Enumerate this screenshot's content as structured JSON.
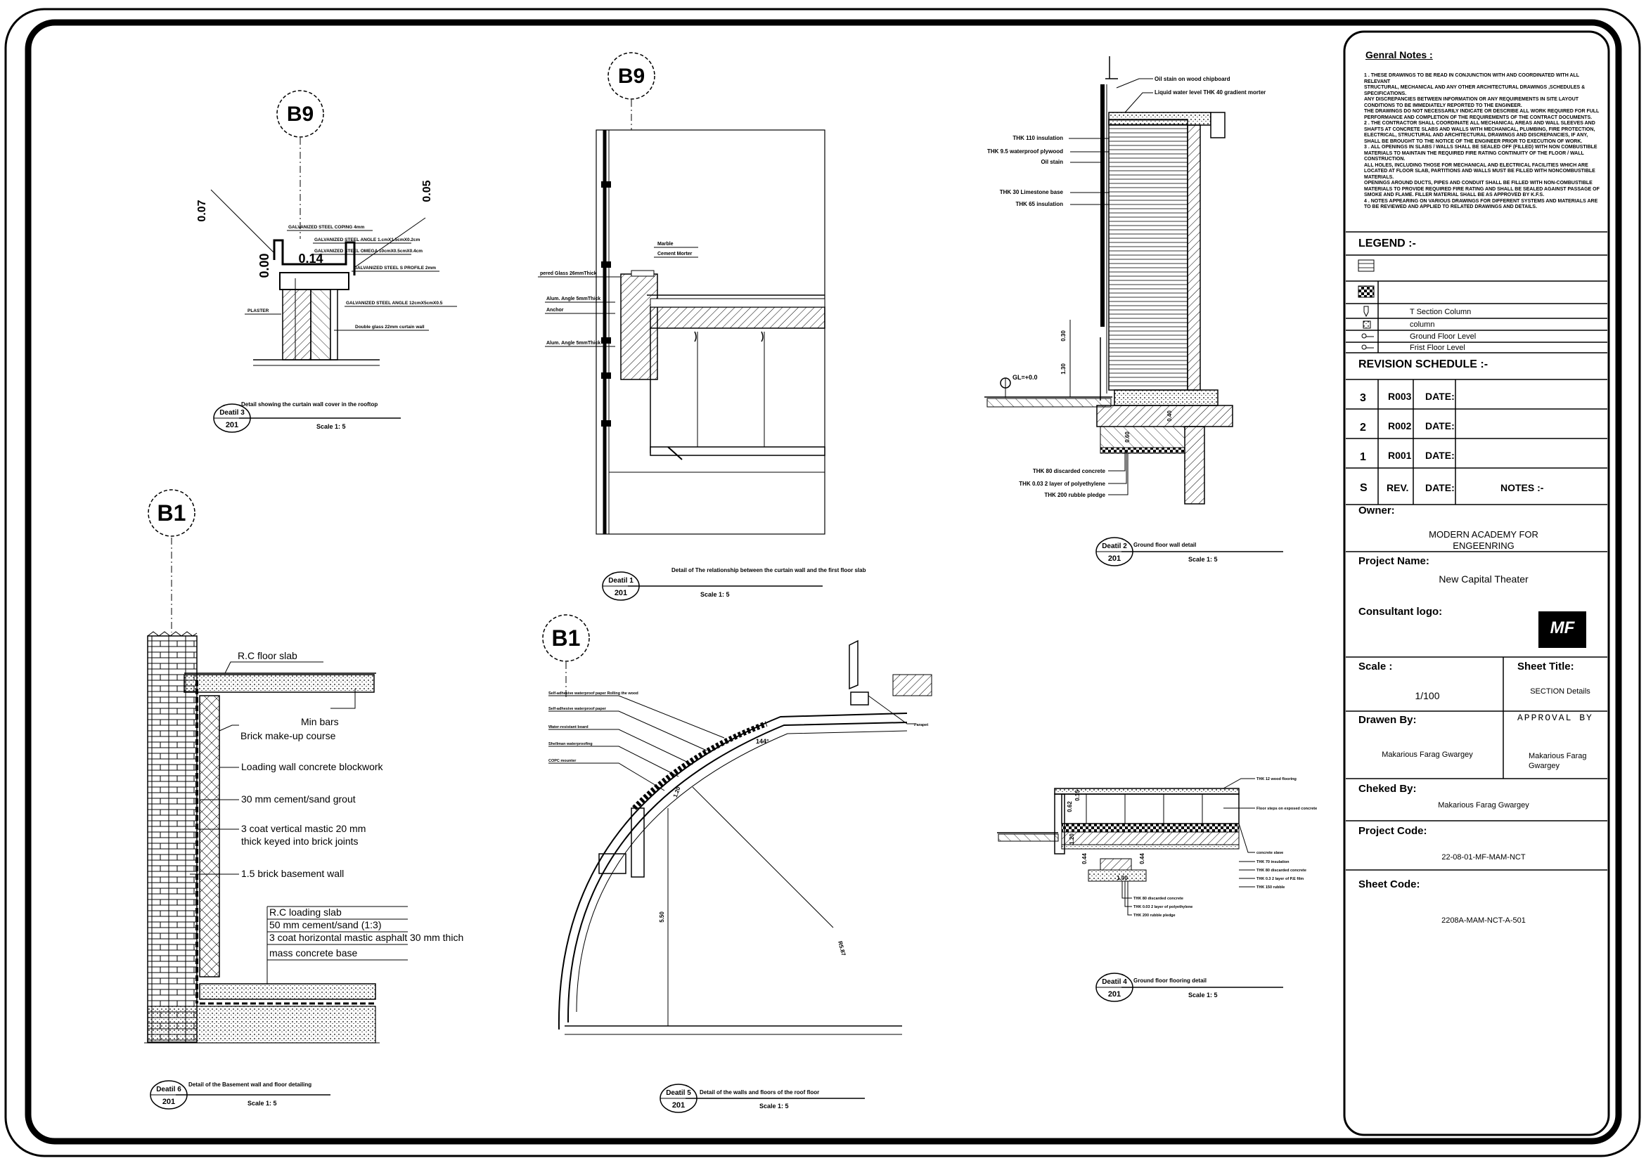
{
  "notes": {
    "title": "Genral Notes :",
    "lines": [
      "1 . THESE DRAWINGS TO BE READ IN CONJUNCTION WITH AND COORDINATED WITH ALL RELEVANT",
      "STRUCTURAL, MECHANICAL AND ANY OTHER ARCHITECTURAL DRAWINGS ,SCHEDULES & SPECIFICATIONS.",
      "ANY DISCREPANCIES BETWEEN INFORMATION OR ANY REQUIREMENTS IN SITE LAYOUT CONDITIONS TO BE IMMEDIATELY REPORTED TO THE ENGINEER.",
      "THE DRAWINGS DO NOT NECESSARILY INDICATE OR DESCRIBE ALL WORK REQUIRED FOR FULL",
      "PERFORMANCE AND COMPLETION OF THE REQUIREMENTS OF THE CONTRACT DOCUMENTS.",
      "2 . THE CONTRACTOR SHALL COORDINATE ALL MECHANICAL AREAS AND WALL SLEEVES AND SHAFTS AT CONCRETE SLABS AND WALLS WITH MECHANICAL, PLUMBING, FIRE PROTECTION, ELECTRICAL, STRUCTURAL AND ARCHITECTURAL DRAWINGS AND DISCREPANCIES, IF ANY, SHALL BE BROUGHT TO THE NOTICE OF THE ENGINEER PRIOR TO EXECUTION OF WORK.",
      "3 . ALL OPENINGS IN SLABS / WALLS SHALL BE SEALED OFF (FILLED) WITH NON COMBUSTIBLE MATERIALS TO MAINTAIN THE REQUIRED FIRE RATING CONTINUITY OF THE FLOOR / WALL CONSTRUCTION.",
      "ALL HOLES, INCLUDING THOSE FOR MECHANICAL AND ELECTRICAL FACILITIES WHICH ARE LOCATED AT FLOOR SLAB, PARTITIONS AND WALLS MUST BE FILLED WITH NONCOMBUSTIBLE MATERIALS.",
      "OPENINGS AROUND DUCTS, PIPES AND CONDUIT SHALL BE FILLED WITH NON-COMBUSTIBLE MATERIALS TO PROVIDE REQUIRED FIRE RATING AND SHALL BE SEALED AGAINST PASSAGE OF SMOKE AND FLAME. FILLER MATERIAL SHALL BE AS APPROVED BY K.F.S.",
      "4 . NOTES APPEARING ON VARIOUS DRAWINGS FOR DIFFERENT SYSTEMS AND MATERIALS ARE TO BE REVIEWED AND APPLIED TO RELATED DRAWINGS AND DETAILS."
    ]
  },
  "legend": {
    "title": "LEGEND :-",
    "items": [
      "T Section Column",
      "column",
      "Ground Floor Level",
      "Frist Floor Level"
    ]
  },
  "revision": {
    "title": "REVISION SCHEDULE :-",
    "rows": [
      {
        "s": "3",
        "rev": "R003",
        "date": "DATE:"
      },
      {
        "s": "2",
        "rev": "R002",
        "date": "DATE:"
      },
      {
        "s": "1",
        "rev": "R001",
        "date": "DATE:"
      }
    ],
    "header": {
      "s": "S",
      "rev": "REV.",
      "date": "DATE:",
      "notes": "NOTES :-"
    }
  },
  "titleblock": {
    "owner_label": "Owner:",
    "owner_line1": "MODERN ACADEMY FOR",
    "owner_line2": "ENGEENRING",
    "project_label": "Project Name:",
    "project": "New Capital Theater",
    "consultant_label": "Consultant logo:",
    "logo_text": "MF",
    "scale_label": "Scale :",
    "scale": "1/100",
    "sheet_title_label": "Sheet Title:",
    "sheet_title": "SECTION Details",
    "drawn_label": "Drawen By:",
    "drawn": "Makarious Farag Gwargey",
    "approval_label": "APPROVAL BY",
    "approval_line1": "Makarious Farag",
    "approval_line2": "Gwargey",
    "checked_label": "Cheked By:",
    "checked": "Makarious Farag Gwargey",
    "project_code_label": "Project Code:",
    "project_code": "22-08-01-MF-MAM-NCT",
    "sheet_code_label": "Sheet Code:",
    "sheet_code": "2208A-MAM-NCT-A-501"
  },
  "details": {
    "d3": {
      "grid": "B9",
      "dim1": "0.07",
      "dim2": "0.05",
      "dim3": "0.00",
      "dim4": "0.14",
      "labels": [
        "GALVANIZED STEEL COPING 4mm",
        "GALVANIZED STEEL ANGLE 1.cmX1.5cmX0.2cm",
        "GALVANIZED STEEL OMEGA 10cmX0.5cmX0.4cm",
        "GALVANIZED STEEL S PROFILE 2mm",
        "PLASTER",
        "GALVANIZED STEEL ANGLE 12cmX5cmX0.5",
        "Double glass 22mm curtain wall"
      ],
      "tag": "Deatil 3",
      "sheet": "201",
      "title": "Detail showing the curtain wall cover in the rooftop",
      "scale": "Scale 1: 5"
    },
    "d1": {
      "grid": "B9",
      "labels": [
        "Marble",
        "Cement Morter",
        "pered Glass 26mmThick",
        "Alum. Angle 5mmThick",
        "Anchor",
        "Alum. Angle 5mmThick"
      ],
      "tag": "Deatil 1",
      "sheet": "201",
      "title": "Detail of The relationship between the curtain wall and the first floor slab",
      "scale": "Scale 1: 5"
    },
    "d2": {
      "labels": [
        "Oil stain on wood chipboard",
        "Liquid water level THK 40 gradient morter",
        "THK 110 insulation",
        "THK 9.5 waterproof plywood",
        "Oil stain",
        "THK 30 Limestone base",
        "THK 65 insulation",
        "THK 80 discarded concrete",
        "THK 0.03 2 layer of polyethylene",
        "THK 200 rubble pledge"
      ],
      "level": "GL=+0.0",
      "dim1": "0.30",
      "dim2": "1.30",
      "dim3": "0.40",
      "dim4": "0.60",
      "tag": "Deatil 2",
      "sheet": "201",
      "title": "Ground floor wall detail",
      "scale": "Scale 1: 5"
    },
    "d6": {
      "grid": "B1",
      "labels": [
        "R.C floor slab",
        "Min bars",
        "Brick make-up course",
        "Loading wall concrete blockwork",
        "30 mm cement/sand grout",
        "3 coat vertical mastic 20 mm",
        "thick keyed into brick joints",
        "1.5 brick basement wall",
        "R.C loading slab",
        "50 mm cement/sand (1:3)",
        "3 coat horizontal mastic asphalt 30 mm thich",
        "mass concrete base"
      ],
      "tag": "Deatil 6",
      "sheet": "201",
      "title": "Detail of the Basement wall and floor detailing",
      "scale": "Scale 1: 5"
    },
    "d5": {
      "grid": "B1",
      "labels": [
        "Self-adhesive waterproof paper Rolling the wood",
        "Self-adhesive waterproof paper",
        "Water-resistant board",
        "Shellman waterproofing",
        "COPC mounter",
        "Parapet"
      ],
      "angle": "144°",
      "dim1": "1.20",
      "dim2": "5.50",
      "dim3": "R5.87",
      "tag": "Deatil 5",
      "sheet": "201",
      "title": "Detail of the walls and floors of the roof floor",
      "scale": "Scale 1: 5"
    },
    "d4": {
      "labels": [
        "THK 12 wood flooring",
        "Floor steps on exposed concrete",
        "concrete slave",
        "THK 70 insulation",
        "THK 80 discarded concrete",
        "THK 0.3 2 layer of P.E film",
        "THK 150 rubble",
        "THK 80 discarded concrete",
        "THK 0.03 2 layer of polyethylene",
        "THK 200 rubble pledge"
      ],
      "dim1": "0.62",
      "dim2": "0.15",
      "dim3": "1.20",
      "dim4": "0.44",
      "dim5": "0.44",
      "dim6": "1.00",
      "tag": "Deatil 4",
      "sheet": "201",
      "title": "Ground floor flooring detail",
      "scale": "Scale 1: 5"
    }
  }
}
